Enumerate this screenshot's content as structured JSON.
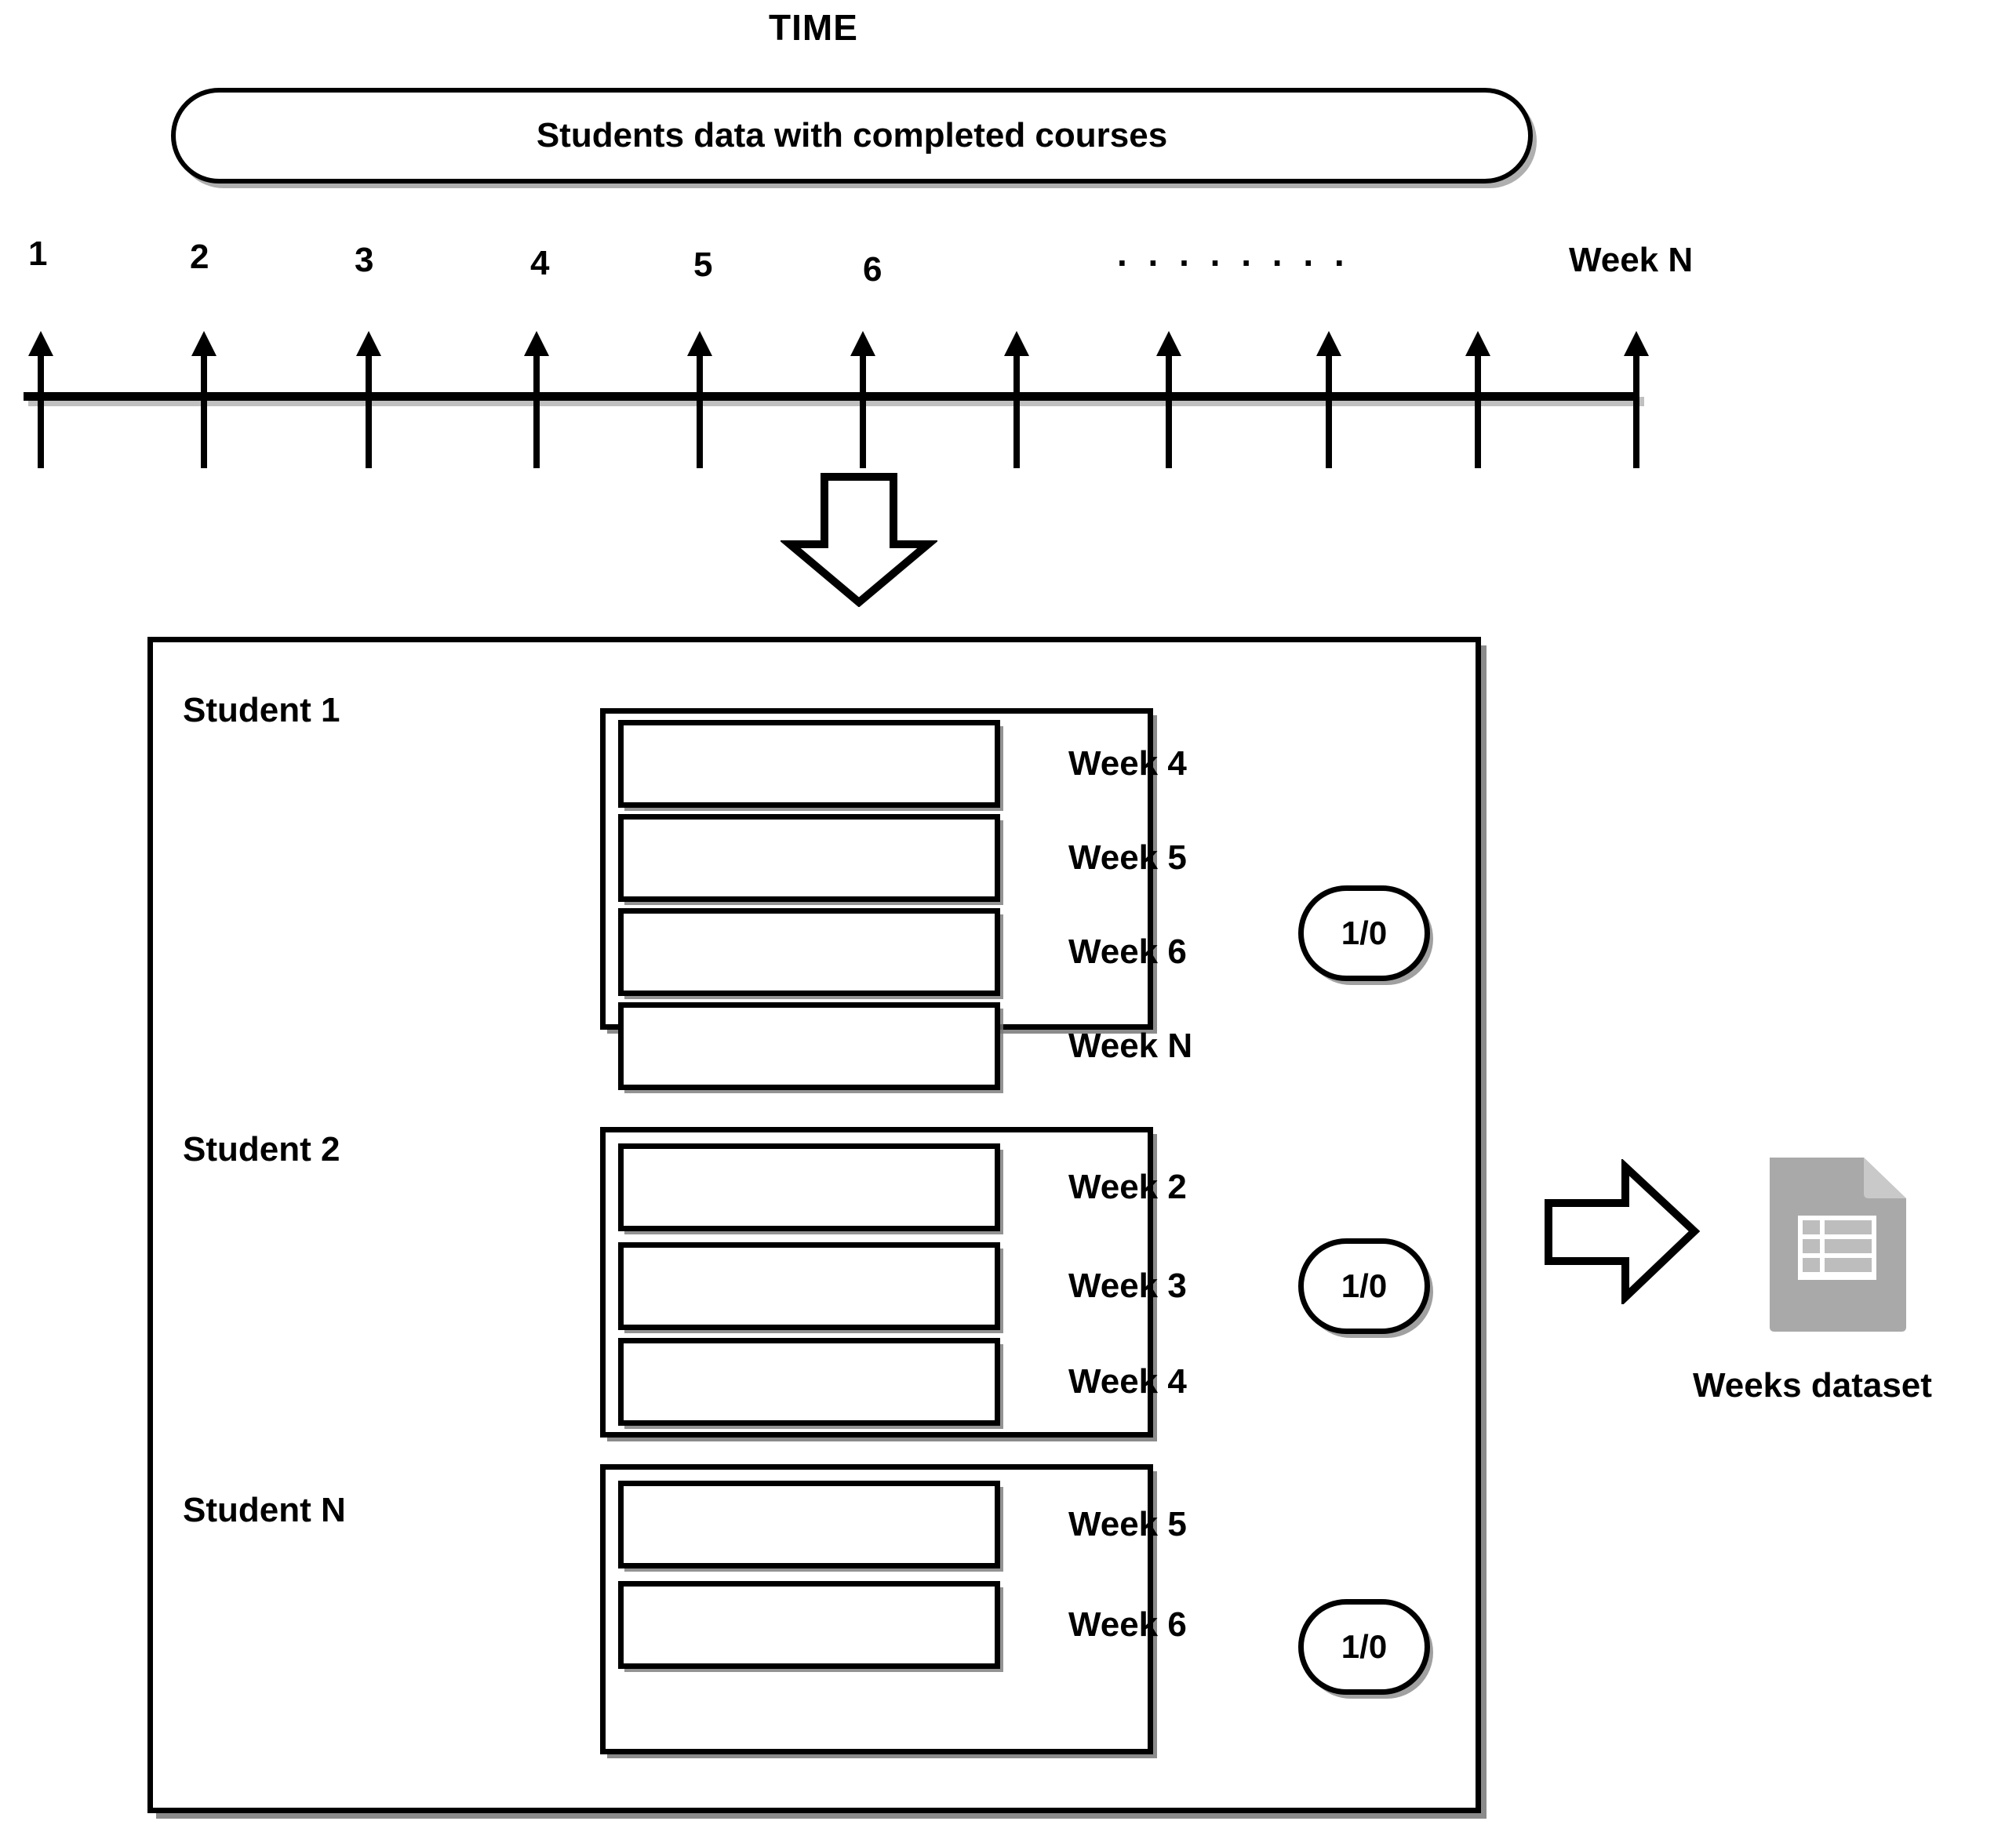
{
  "header": {
    "time_label": "TIME",
    "source_bar_label": "Students data with completed courses"
  },
  "timeline": {
    "tick_labels": [
      "1",
      "2",
      "3",
      "4",
      "5",
      "6"
    ],
    "ellipsis": ". . . . . . . .",
    "end_label": "Week N",
    "tick_count": 11
  },
  "flow": {
    "down_arrow_icon": "down-block-arrow-icon",
    "right_arrow_icon": "right-block-arrow-icon"
  },
  "students": [
    {
      "name": "Student 1",
      "weeks": [
        "Week 4",
        "Week 5",
        "Week 6",
        "Week N"
      ],
      "target_label": "1/0"
    },
    {
      "name": "Student 2",
      "weeks": [
        "Week 2",
        "Week 3",
        "Week 4"
      ],
      "target_label": "1/0"
    },
    {
      "name": "Student N",
      "weeks": [
        "Week 5",
        "Week 6"
      ],
      "target_label": "1/0"
    }
  ],
  "output": {
    "icon": "spreadsheet-file-icon",
    "caption": "Weeks dataset"
  },
  "colors": {
    "stroke": "#000000",
    "shadow": "#6e6e6e",
    "background": "#ffffff",
    "icon_gray": "#a8a8a8",
    "icon_gray_dark": "#9a9a9a",
    "icon_fold": "#c9c9c9"
  }
}
